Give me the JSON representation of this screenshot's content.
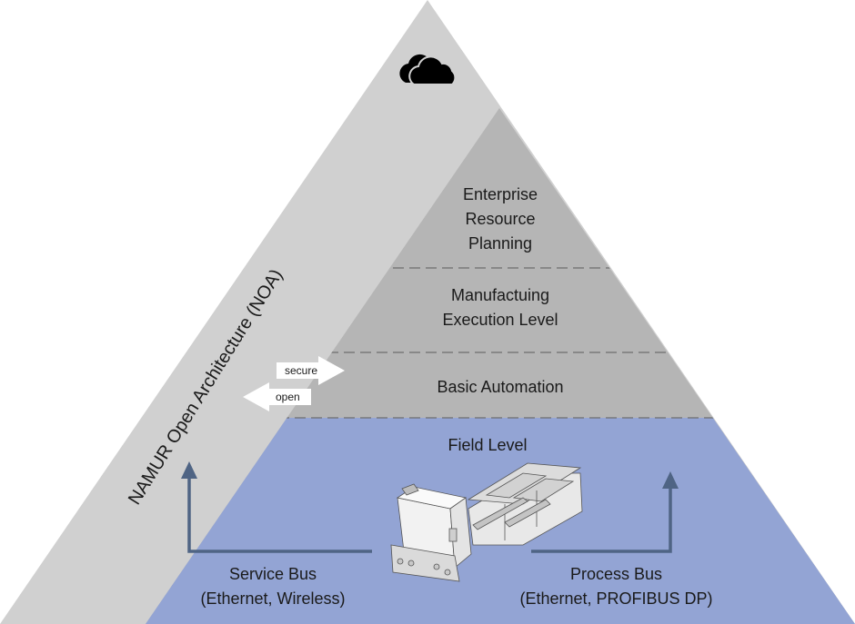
{
  "diagram": {
    "title": "NAMUR Open Architecture (NOA)",
    "colors": {
      "outer_pyramid": "#d0d0d0",
      "inner_pyramid": "#b5b5b5",
      "field_level": "#93a4d4",
      "bus_arrow": "#4f6484",
      "dash_line": "#6e6e6e",
      "text": "#1a1a1a",
      "arrow_fill": "#ffffff"
    },
    "cloud_icon": "cloud-icon",
    "levels": [
      {
        "id": "erp",
        "label_lines": [
          "Enterprise",
          "Resource",
          "Planning"
        ]
      },
      {
        "id": "mes",
        "label_lines": [
          "Manufactuing",
          "Execution Level"
        ]
      },
      {
        "id": "basic",
        "label_lines": [
          "Basic Automation"
        ]
      },
      {
        "id": "field",
        "label_lines": [
          "Field Level"
        ]
      }
    ],
    "flow_arrows": {
      "secure": "secure",
      "open": "open"
    },
    "buses": {
      "service": {
        "name": "Service Bus",
        "detail": "(Ethernet, Wireless)"
      },
      "process": {
        "name": "Process Bus",
        "detail": "(Ethernet, PROFIBUS DP)"
      }
    },
    "device_icon": "remote-io-device-icon"
  }
}
